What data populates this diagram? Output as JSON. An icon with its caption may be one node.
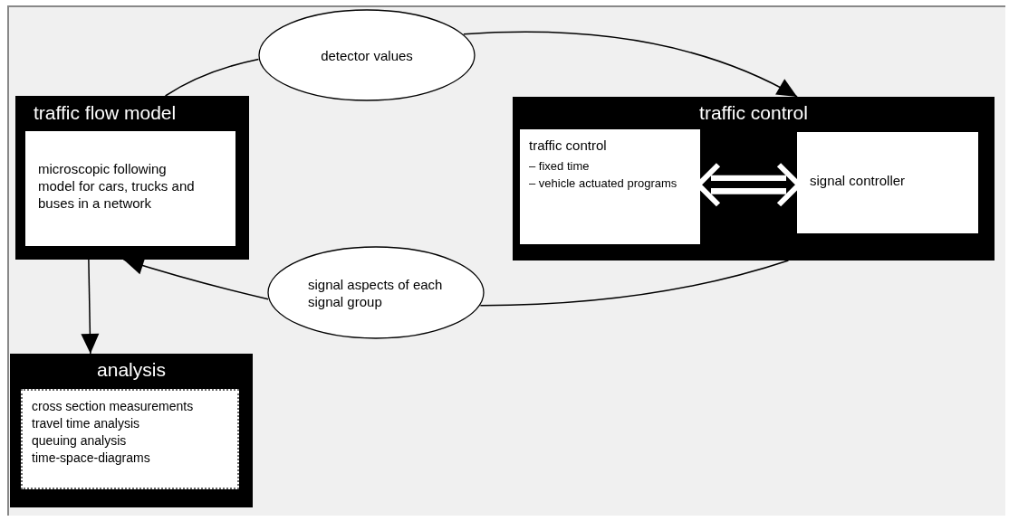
{
  "diagram": {
    "nodes": [
      {
        "text": [
          "traffic flow model"
        ]
      },
      {
        "text": [
          "microscopic following model for cars, trucks and buses in a network"
        ],
        "in": 0
      },
      {
        "text": [
          "detector values"
        ]
      },
      {
        "text": [
          "traffic control"
        ]
      },
      {
        "text": [
          "traffic control",
          "– fixed time",
          "– vehicle actuated programs"
        ],
        "in": 3
      },
      {
        "text": [
          "signal controller"
        ],
        "in": 3
      },
      {
        "text": [
          "signal aspects of each signal group"
        ]
      },
      {
        "text": [
          "analysis"
        ]
      },
      {
        "text": [
          "cross section measurements",
          "travel time analysis",
          "queuing analysis",
          "time-space-diagrams"
        ],
        "in": 7
      }
    ],
    "edges": [
      {
        "from": 0,
        "to": 2,
        "arrow": "none"
      },
      {
        "from": 2,
        "to": 3,
        "arrow": "to"
      },
      {
        "from": 3,
        "to": 6,
        "arrow": "none"
      },
      {
        "from": 6,
        "to": 0,
        "arrow": "to"
      },
      {
        "from": 0,
        "to": 7,
        "arrow": "to"
      },
      {
        "from": 4,
        "to": 5,
        "arrow": "both",
        "style": "thick",
        "color": "#ffffff"
      }
    ]
  }
}
